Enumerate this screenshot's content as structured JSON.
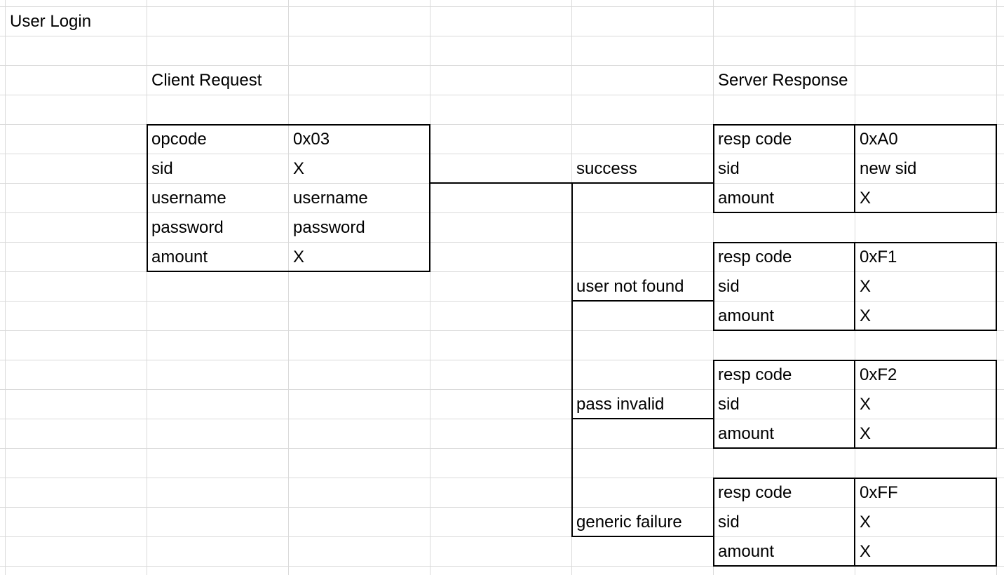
{
  "sheet": {
    "title": "User Login",
    "client_header": "Client Request",
    "server_header": "Server Response",
    "client_request": [
      {
        "field": "opcode",
        "value": "0x03"
      },
      {
        "field": "sid",
        "value": "X"
      },
      {
        "field": "username",
        "value": "username"
      },
      {
        "field": "password",
        "value": "password"
      },
      {
        "field": "amount",
        "value": "X"
      }
    ],
    "outcomes": [
      {
        "label": "success",
        "response": [
          {
            "field": "resp code",
            "value": "0xA0"
          },
          {
            "field": "sid",
            "value": "new sid"
          },
          {
            "field": "amount",
            "value": "X"
          }
        ]
      },
      {
        "label": "user not found",
        "response": [
          {
            "field": "resp code",
            "value": "0xF1"
          },
          {
            "field": "sid",
            "value": "X"
          },
          {
            "field": "amount",
            "value": "X"
          }
        ]
      },
      {
        "label": "pass invalid",
        "response": [
          {
            "field": "resp code",
            "value": "0xF2"
          },
          {
            "field": "sid",
            "value": "X"
          },
          {
            "field": "amount",
            "value": "X"
          }
        ]
      },
      {
        "label": "generic failure",
        "response": [
          {
            "field": "resp code",
            "value": "0xFF"
          },
          {
            "field": "sid",
            "value": "X"
          },
          {
            "field": "amount",
            "value": "X"
          }
        ]
      }
    ]
  }
}
